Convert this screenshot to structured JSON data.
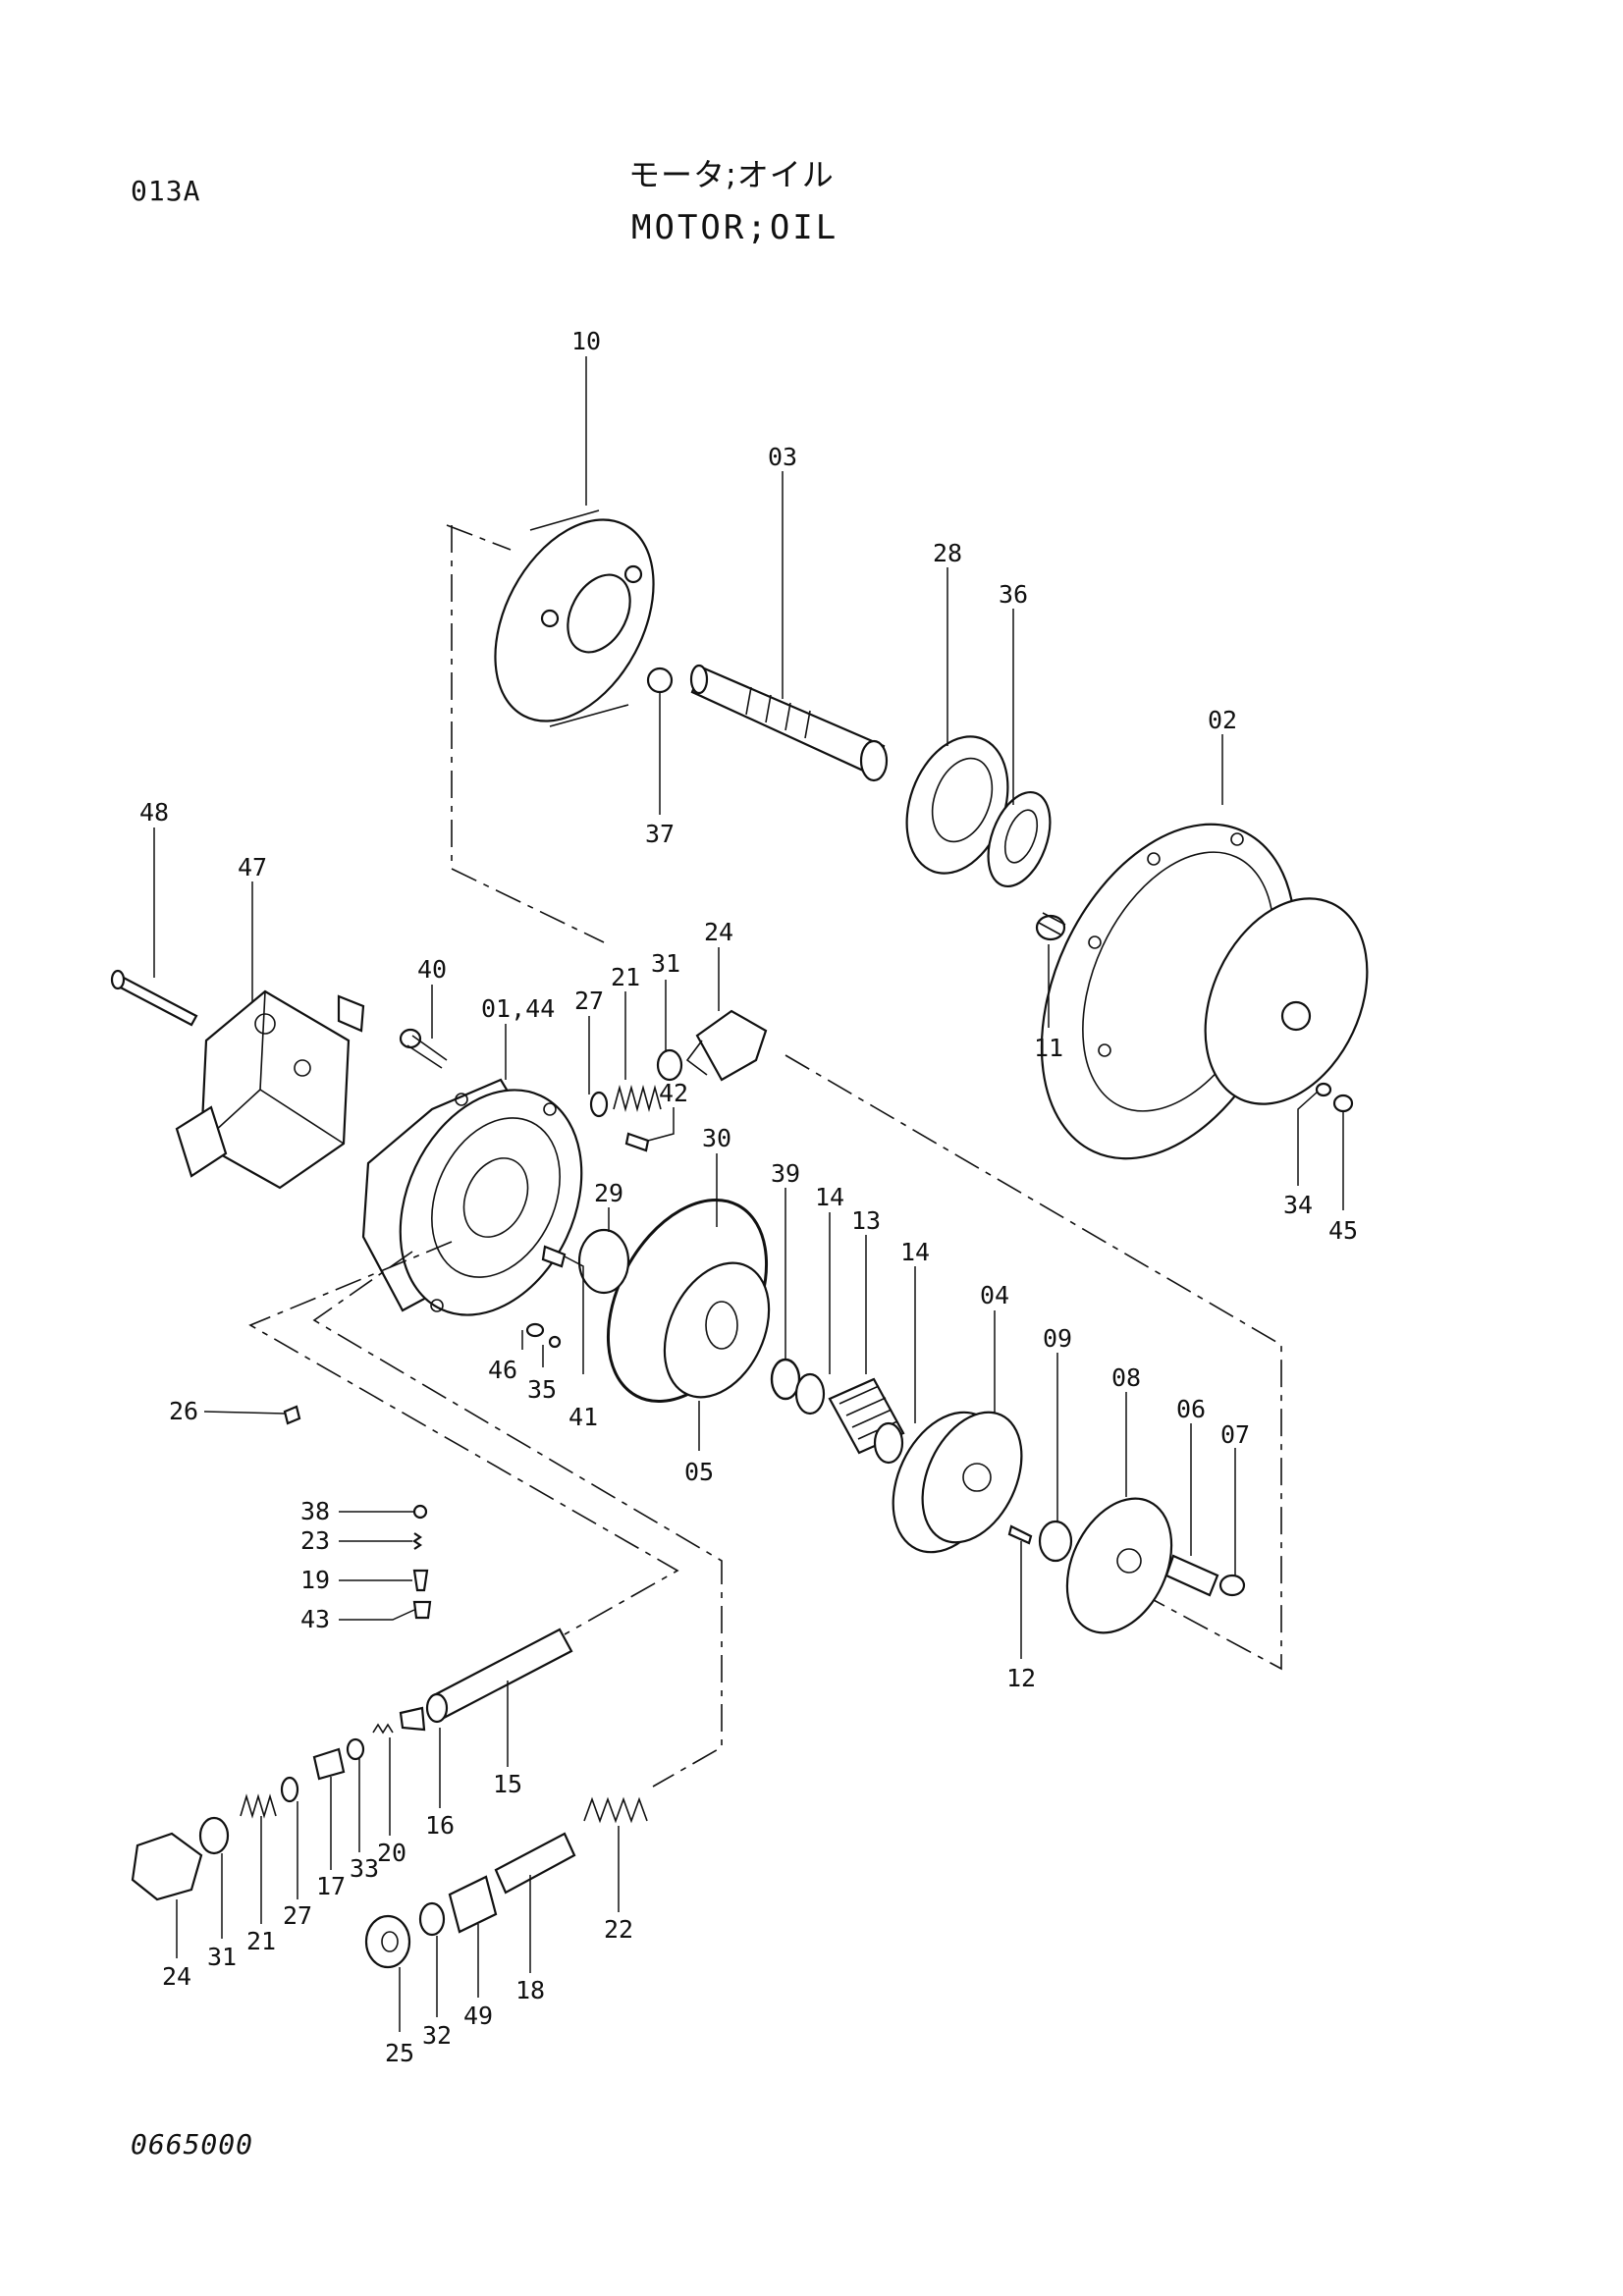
{
  "header": {
    "code": "013A",
    "title_jp": "モータ;オイル",
    "title_en": "MOTOR;OIL"
  },
  "footer": {
    "drawing_no": "0665000"
  },
  "callouts": [
    "10",
    "03",
    "28",
    "36",
    "02",
    "37",
    "48",
    "47",
    "40",
    "01,44",
    "27",
    "21",
    "31",
    "24",
    "42",
    "11",
    "34",
    "45",
    "30",
    "39",
    "14",
    "13",
    "14",
    "04",
    "09",
    "08",
    "06",
    "07",
    "29",
    "46",
    "35",
    "41",
    "05",
    "12",
    "26",
    "38",
    "23",
    "19",
    "43",
    "15",
    "16",
    "20",
    "33",
    "17",
    "27",
    "21",
    "31",
    "24",
    "22",
    "18",
    "49",
    "32",
    "25"
  ]
}
